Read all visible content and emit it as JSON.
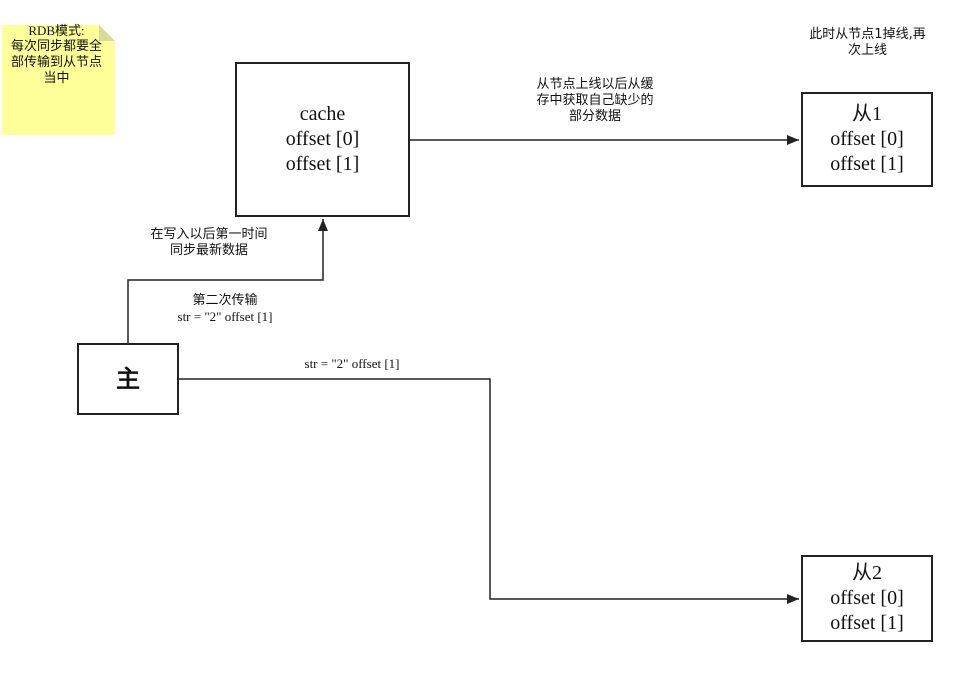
{
  "note": {
    "lines": [
      "RDB模式:",
      "每次同步都要全",
      "部传输到从节点",
      "当中"
    ],
    "fill_color": "#ffff99",
    "fold_color": "#d9d99a"
  },
  "boxes": {
    "cache": {
      "lines": [
        "cache",
        "offset [0]",
        "offset [1]"
      ]
    },
    "master": {
      "lines": [
        "主"
      ]
    },
    "slave1": {
      "lines": [
        "从1",
        "offset [0]",
        "offset [1]"
      ]
    },
    "slave2": {
      "lines": [
        "从2",
        "offset [0]",
        "offset [1]"
      ]
    }
  },
  "labels": {
    "slave1_offline": [
      "此时从节点1掉线,再",
      "次上线"
    ],
    "cache_to_slave1": [
      "从节点上线以后从缓",
      "存中获取自己缺少的",
      "部分数据"
    ],
    "master_to_cache": [
      "在写入以后第一时间",
      "同步最新数据"
    ],
    "second_transfer": [
      "第二次传输"
    ],
    "second_transfer_str": "str = \"2\" offset [1]",
    "master_to_slave2_str": "str = \"2\" offset [1]"
  },
  "colors": {
    "line": "#222222",
    "box_border": "#222222"
  }
}
